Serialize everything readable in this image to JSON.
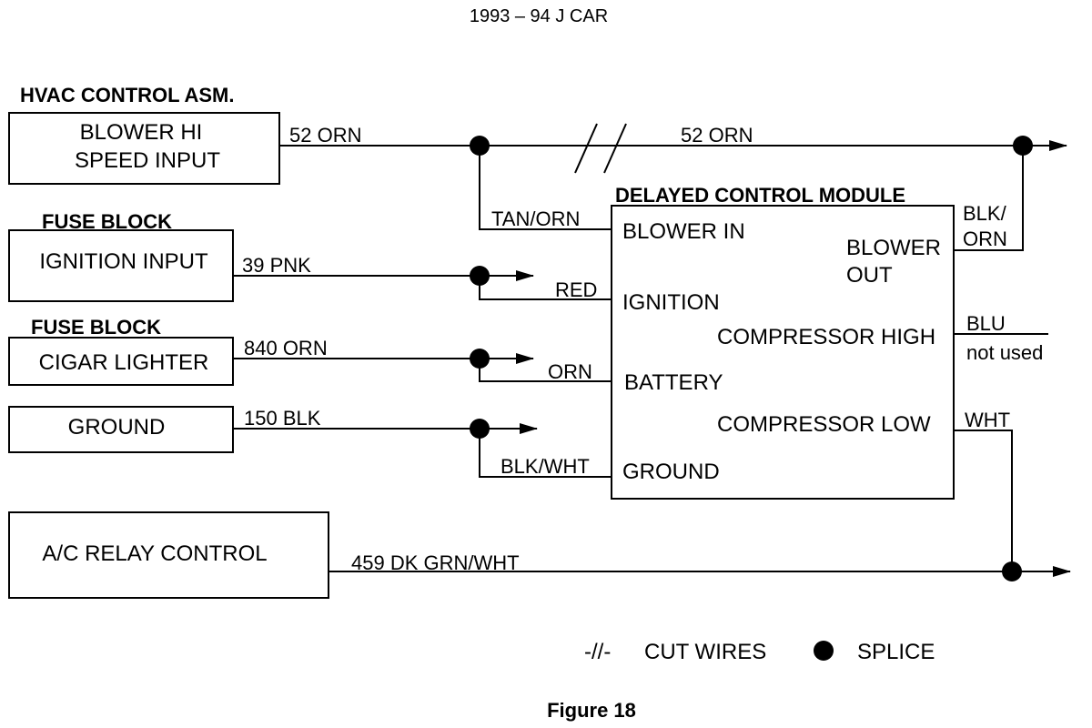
{
  "title": "1993 – 94  J CAR",
  "caption": "Figure 18",
  "components": {
    "hvac": {
      "header": "HVAC CONTROL ASM.",
      "line1": "BLOWER HI",
      "line2": "SPEED INPUT"
    },
    "fuse1": {
      "header": "FUSE BLOCK",
      "label": "IGNITION INPUT"
    },
    "fuse2": {
      "header": "FUSE BLOCK",
      "label": "CIGAR LIGHTER"
    },
    "ground": {
      "label": "GROUND"
    },
    "ac_relay": {
      "label": "A/C RELAY CONTROL"
    },
    "module": {
      "title": "DELAYED CONTROL MODULE",
      "blower_in": "BLOWER IN",
      "blower_out_1": "BLOWER",
      "blower_out_2": "OUT",
      "ignition": "IGNITION",
      "comp_high": "COMPRESSOR HIGH",
      "battery": "BATTERY",
      "comp_low": "COMPRESSOR LOW",
      "ground": "GROUND"
    }
  },
  "wires": {
    "w52_left": "52 ORN",
    "w52_right": "52 ORN",
    "tan_orn": "TAN/ORN",
    "w39": "39 PNK",
    "red": "RED",
    "w840": "840 ORN",
    "orn": "ORN",
    "w150": "150 BLK",
    "blk_wht": "BLK/WHT",
    "blk_orn_1": "BLK/",
    "blk_orn_2": "ORN",
    "blu": "BLU",
    "not_used": "not used",
    "wht": "WHT",
    "w459": "459  DK GRN/WHT"
  },
  "legend": {
    "cut_symbol": "-//-",
    "cut_label": "CUT WIRES",
    "splice_label": "SPLICE"
  }
}
